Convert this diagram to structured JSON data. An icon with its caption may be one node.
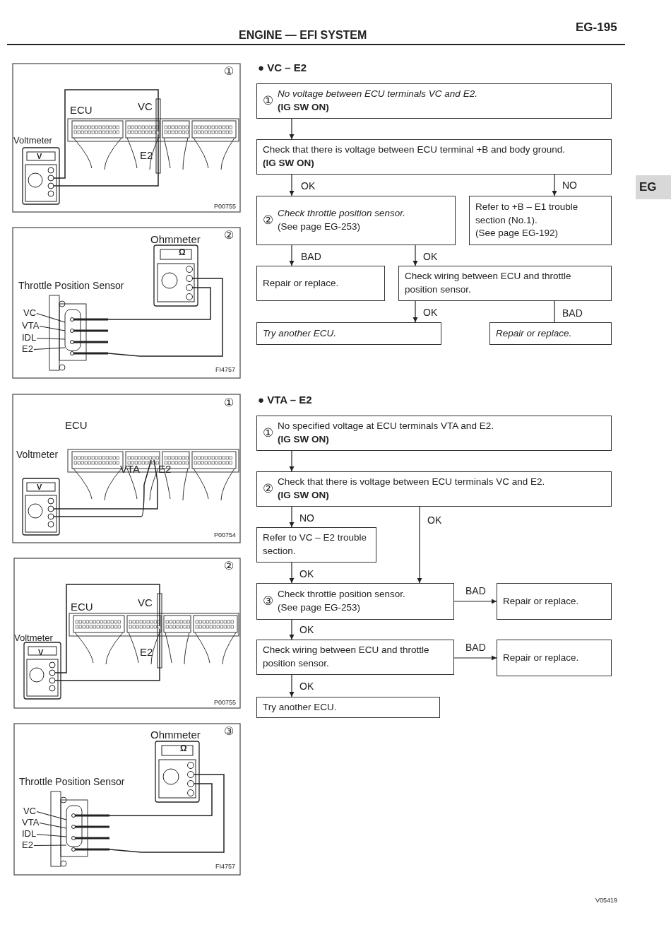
{
  "diagram": {
    "title": "ENGINE — EFI SYSTEM",
    "nodes": [
      {
        "text": [
          "①",
          "No voltage between ECU terminals VC and E2.",
          "(IG SW ON)"
        ]
      },
      {
        "text": [
          "Check that there is voltage between ECU terminal +B and body ground.",
          "(IG SW ON)"
        ]
      },
      {
        "text": [
          "②",
          "Check throttle position sensor.",
          "(See page EG-253)"
        ]
      },
      {
        "text": [
          "Refer to +B – E1 trouble section (No.1).",
          "(See page EG-192)"
        ]
      },
      {
        "text": [
          "Repair or replace."
        ]
      },
      {
        "text": [
          "Check wiring between ECU and throttle position sensor."
        ]
      },
      {
        "text": [
          "Try another ECU."
        ]
      },
      {
        "text": [
          "Repair or replace."
        ]
      },
      {
        "text": [
          "①",
          "No specified voltage at ECU terminals VTA and E2.",
          "(IG SW ON)"
        ]
      },
      {
        "text": [
          "②",
          "Check that there is voltage between ECU terminals VC and E2.",
          "(IG SW ON)"
        ]
      },
      {
        "text": [
          "Refer to VC – E2 trouble section."
        ]
      },
      {
        "text": [
          "③",
          "Check throttle position sensor.",
          "(See page EG-253)"
        ]
      },
      {
        "text": [
          "Repair or replace."
        ]
      },
      {
        "text": [
          "Check wiring between ECU and throttle position sensor."
        ]
      },
      {
        "text": [
          "Repair or replace."
        ]
      },
      {
        "text": [
          "Try another ECU."
        ]
      },
      {
        "text": [
          "VC"
        ]
      },
      {
        "text": [
          "VTA"
        ]
      },
      {
        "text": [
          "IDL"
        ]
      },
      {
        "text": [
          "E2"
        ]
      },
      {
        "text": [
          "VC"
        ]
      },
      {
        "text": [
          "VTA"
        ]
      },
      {
        "text": [
          "IDL"
        ]
      },
      {
        "text": [
          "E2"
        ]
      }
    ],
    "edges": [
      {
        "from": 0,
        "to": 1,
        "arrow": "to"
      },
      {
        "from": 1,
        "to": 2,
        "arrow": "to",
        "label": "OK"
      },
      {
        "from": 1,
        "to": 3,
        "arrow": "to",
        "label": "NO"
      },
      {
        "from": 2,
        "to": 4,
        "arrow": "to",
        "label": "BAD"
      },
      {
        "from": 2,
        "to": 5,
        "arrow": "to",
        "label": "OK"
      },
      {
        "from": 5,
        "to": 6,
        "arrow": "to",
        "label": "OK"
      },
      {
        "from": 5,
        "to": 7,
        "arrow": "none",
        "label": "BAD"
      },
      {
        "from": 8,
        "to": 9,
        "arrow": "to"
      },
      {
        "from": 9,
        "to": 10,
        "arrow": "to",
        "label": "NO"
      },
      {
        "from": 9,
        "to": 11,
        "arrow": "to",
        "label": "OK"
      },
      {
        "from": 10,
        "to": 11,
        "arrow": "to",
        "label": "OK"
      },
      {
        "from": 11,
        "to": 12,
        "arrow": "to",
        "label": "BAD"
      },
      {
        "from": 11,
        "to": 13,
        "arrow": "to",
        "label": "OK"
      },
      {
        "from": 13,
        "to": 14,
        "arrow": "to",
        "label": "BAD"
      },
      {
        "from": 13,
        "to": 15,
        "arrow": "to",
        "label": "OK"
      },
      {
        "from": 16,
        "to": null,
        "arrow": "none"
      },
      {
        "from": 17,
        "to": null,
        "arrow": "none"
      },
      {
        "from": 18,
        "to": null,
        "arrow": "none"
      },
      {
        "from": 19,
        "to": null,
        "arrow": "none"
      },
      {
        "from": 20,
        "to": null,
        "arrow": "none"
      },
      {
        "from": 21,
        "to": null,
        "arrow": "none"
      },
      {
        "from": 22,
        "to": null,
        "arrow": "none"
      },
      {
        "from": 23,
        "to": null,
        "arrow": "none"
      }
    ],
    "labels": [
      "EG-195",
      "EG",
      "● VC – E2",
      "①",
      "ECU",
      "VC",
      "Voltmeter",
      "V",
      "E2",
      "P00755",
      "Ohmmeter",
      "②",
      "Ω",
      "Throttle Position Sensor",
      "FI4757",
      "● VTA – E2",
      "①",
      "ECU",
      "Voltmeter",
      "V",
      "VTA",
      "E2",
      "P00754",
      "②",
      "ECU",
      "VC",
      "Voltmeter",
      "V",
      "E2",
      "P00755",
      "Ohmmeter",
      "③",
      "Ω",
      "Throttle Position Sensor",
      "FI4757",
      "V05419"
    ]
  }
}
